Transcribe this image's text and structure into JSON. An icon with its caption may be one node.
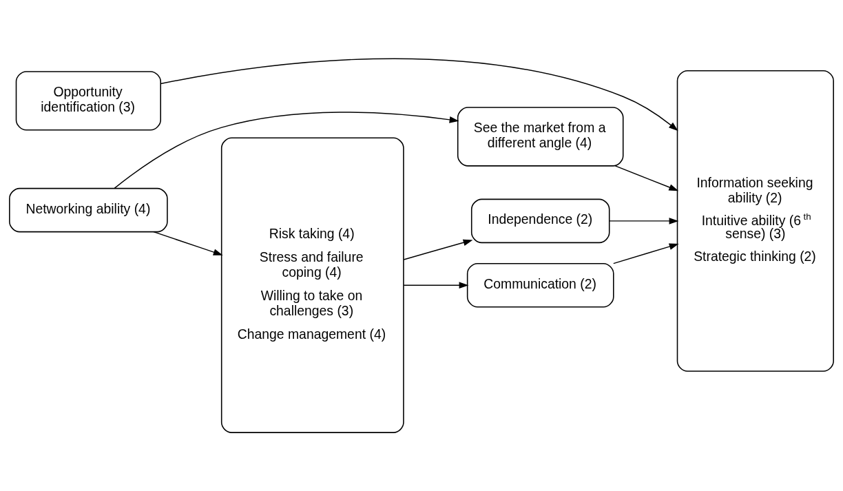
{
  "diagram": {
    "nodes": [
      {
        "text": [
          "Opportunity identification (3)"
        ]
      },
      {
        "text": [
          "Information seeking ability (2)",
          "Intuitive ability (6$^{th}$ sense) (3)",
          "Strategic thinking (2)"
        ]
      },
      {
        "text": [
          "Networking ability (4)"
        ]
      },
      {
        "text": [
          "See the market from a different angle (4)"
        ]
      },
      {
        "text": [
          "Risk taking (4)",
          "Stress and failure coping (4)",
          "Willing to take on challenges (3)",
          "Change management (4)"
        ]
      },
      {
        "text": [
          "Independence (2)"
        ]
      },
      {
        "text": [
          "Communication (2)"
        ]
      }
    ],
    "edges": [
      {
        "from": 0,
        "to": 1,
        "arrow": "to"
      },
      {
        "from": 2,
        "to": 3,
        "arrow": "to"
      },
      {
        "from": 2,
        "to": 4,
        "arrow": "to"
      },
      {
        "from": 3,
        "to": 1,
        "arrow": "to"
      },
      {
        "from": 4,
        "to": 5,
        "arrow": "to"
      },
      {
        "from": 4,
        "to": 6,
        "arrow": "to"
      },
      {
        "from": 5,
        "to": 1,
        "arrow": "to"
      },
      {
        "from": 6,
        "to": 1,
        "arrow": "to"
      }
    ]
  }
}
